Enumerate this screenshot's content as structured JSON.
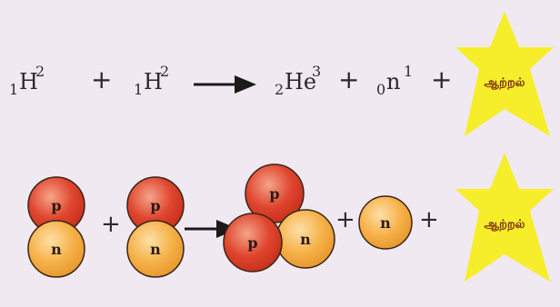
{
  "colors": {
    "background": "#f1e9f1",
    "star": "#f6ee2a",
    "proton_fill": "#e0452e",
    "proton_highlight": "#f5a48a",
    "neutron_fill": "#f6b24a",
    "neutron_highlight": "#fde0a8",
    "outline": "#3a2418",
    "text": "#2a2a2a"
  },
  "equation": {
    "reactant1": {
      "subscript": "1",
      "symbol": "H",
      "superscript": "2"
    },
    "plus1": "+",
    "reactant2": {
      "subscript": "1",
      "symbol": "H",
      "superscript": "2"
    },
    "product1": {
      "subscript": "2",
      "symbol": "He",
      "superscript": "3"
    },
    "plus2": "+",
    "product2": {
      "subscript": "0",
      "symbol": "n",
      "superscript": "1"
    },
    "plus3": "+",
    "energy_label": "ஆற்றல்"
  },
  "diagram": {
    "proton_label": "p",
    "neutron_label": "n",
    "plus1": "+",
    "plus2": "+",
    "plus3": "+",
    "energy_label": "ஆற்றல்"
  }
}
